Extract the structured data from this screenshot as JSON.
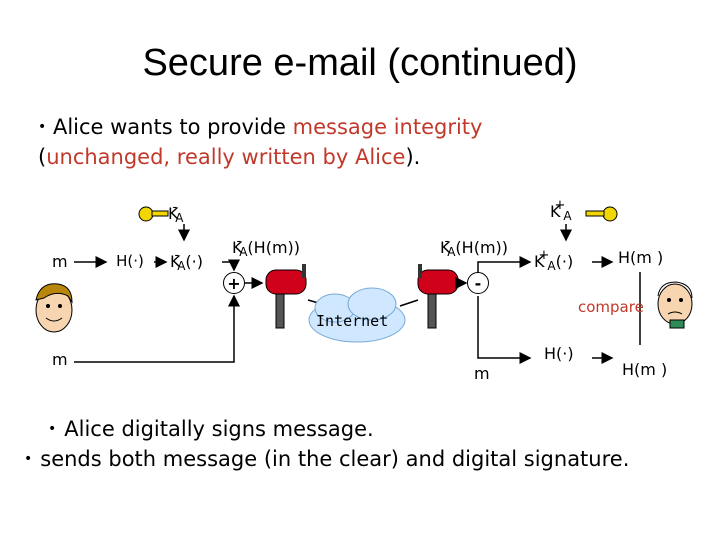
{
  "title": "Secure e-mail (continued)",
  "intro": {
    "bullet": "•",
    "prefix": "Alice wants to provide ",
    "highlight1": "message integrity",
    "line2_open": "(",
    "highlight2": "unchanged, really written by Alice",
    "line2_close": ")."
  },
  "diagram": {
    "m_left": "m",
    "m_bottom_left": "m",
    "hash_left": "H(·)",
    "sign_K": "K",
    "sign_sup": "-",
    "sign_sub": "A",
    "sign_fn": "(·)",
    "key_left_K": "K",
    "key_left_sup": "-",
    "key_left_sub": "A",
    "sig_out_K": "K",
    "sig_out_sup": "-",
    "sig_out_sub": "A",
    "sig_out_fn": "(H(m))",
    "plus": "+",
    "internet": "Internet",
    "minus": "-",
    "sig_in_K": "K",
    "sig_in_sup": "-",
    "sig_in_sub": "A",
    "sig_in_fn": "(H(m))",
    "verify_K": "K",
    "verify_sup": "+",
    "verify_sub": "A",
    "verify_fn": "(·)",
    "key_right_K": "K",
    "key_right_sup": "+",
    "key_right_sub": "A",
    "hm_top": "H(m )",
    "compare": "compare",
    "m_bottom_right": "m",
    "hash_right": "H(·)",
    "hm_bottom": "H(m )"
  },
  "bottom": {
    "bullet": "•",
    "line1": "Alice digitally signs message.",
    "line2": "sends both message (in the clear) and digital signature."
  },
  "colors": {
    "emphasis": "#c0392b",
    "cloud": "#cfe8ff",
    "mailbox": "#d0021b"
  },
  "icons": [
    "key-icon",
    "alice-face-icon",
    "bob-face-icon",
    "mailbox-icon",
    "cloud-icon"
  ]
}
